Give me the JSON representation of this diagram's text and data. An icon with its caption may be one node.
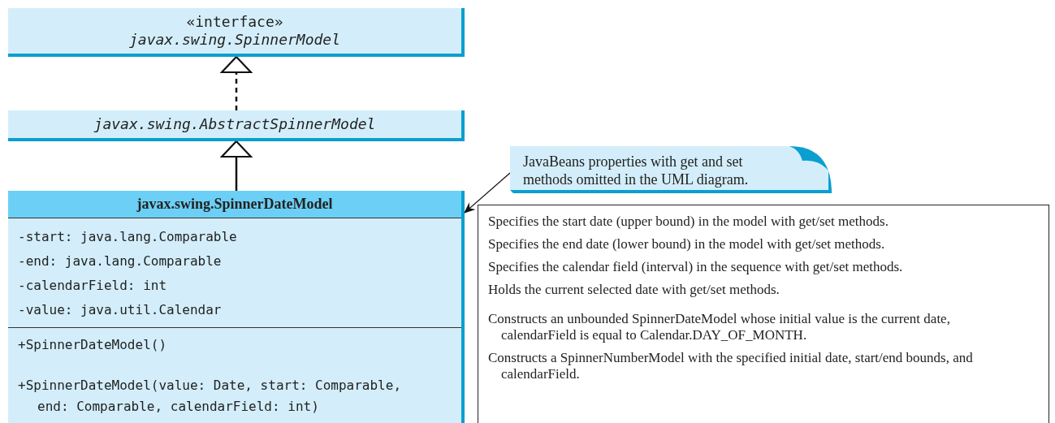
{
  "diagram": {
    "nodes": [
      {
        "text": [
          "«interface»",
          "javax.swing.SpinnerModel"
        ]
      },
      {
        "text": [
          "javax.swing.AbstractSpinnerModel"
        ]
      },
      {
        "text": [
          "javax.swing.SpinnerDateModel",
          "-start: java.lang.Comparable",
          "-end: java.lang.Comparable",
          "-calendarField: int",
          "-value: java.util.Calendar",
          "+SpinnerDateModel()",
          "+SpinnerDateModel(value: Date, start: Comparable, end: Comparable, calendarField: int)"
        ]
      },
      {
        "text": [
          "JavaBeans properties with get and set methods omitted in the UML diagram."
        ]
      },
      {
        "text": [
          "Specifies the start date (upper bound) in the model with get/set methods.",
          "Specifies the end date (lower bound) in the model with get/set methods.",
          "Specifies the calendar field (interval) in the sequence with get/set methods.",
          "Holds the current selected date with get/set methods.",
          "Constructs an unbounded SpinnerDateModel whose initial value is the current date, calendarField is equal to Calendar.DAY_OF_MONTH.",
          "Constructs a SpinnerNumberModel with the specified initial date, start/end bounds, and calendarField."
        ]
      }
    ],
    "edges": [
      {
        "from": 1,
        "to": 0,
        "arrow": "to",
        "style": "dashed"
      },
      {
        "from": 2,
        "to": 1,
        "arrow": "to"
      },
      {
        "from": 3,
        "to": 2,
        "arrow": "to"
      }
    ]
  }
}
